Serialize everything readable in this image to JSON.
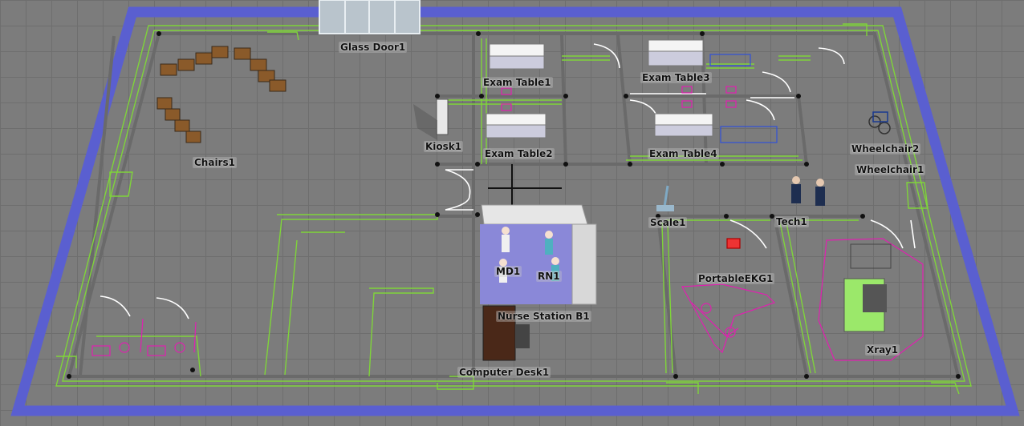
{
  "scene": {
    "labels": {
      "glass_door": "Glass Door1",
      "chairs": "Chairs1",
      "kiosk": "Kiosk1",
      "exam_table1": "Exam Table1",
      "exam_table2": "Exam Table2",
      "exam_table3": "Exam Table3",
      "exam_table4": "Exam Table4",
      "wheelchair2": "Wheelchair2",
      "wheelchair1": "Wheelchair1",
      "scale": "Scale1",
      "tech": "Tech1",
      "portable_ekg": "PortableEKG1",
      "md": "MD1",
      "rn": "RN1",
      "nurse_station": "Nurse Station B1",
      "computer_desk": "Computer Desk1",
      "xray": "Xray1"
    },
    "colors": {
      "floor": "#7c7c7c",
      "boundary": "#5a5fd0",
      "wall_outline": "#7fd43a",
      "wall_path": "#6f6f6f",
      "equipment_outline": "#e020b0",
      "nurse_station_floor": "#8a88d8",
      "xray_bed": "#9be86a"
    }
  }
}
